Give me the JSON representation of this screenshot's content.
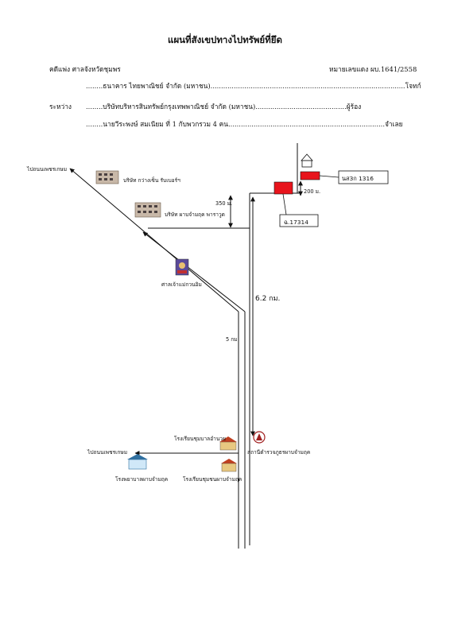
{
  "document": {
    "title": "แผนที่สังเขปทางไปทรัพย์ที่ยึด",
    "case_left": "คดีแพ่ง  ศาลจังหวัดชุมพร",
    "case_number": "หมายเลขแดง ผบ.1641/2558",
    "plaintiff": "........ธนาคาร ไทยพาณิชย์ จำกัด (มหาชน)............................................................................................โจทก์",
    "between_label": "ระหว่าง",
    "party_claimant": "........บริษัทบริหารสินทรัพย์กรุงเทพพาณิชย์ จำกัด (มหาชน)...........................................ผู้ร้อง",
    "defendant": "........นายวีระพงษ์  สมเนียม ที่ 1 กับพวกรวม 4 คน..........................................................................จำเลย"
  },
  "map": {
    "labels": {
      "to_phetkasem_top": "ไปถนนเพชรเกษม",
      "company_1": "บริษัท กว่างเซ็น รับเบอร์ฯ",
      "company_2": "บริษัท ผาบจำมฤค พาราวูด",
      "shrine": "ศาลเจ้าแม่กวนอิม",
      "dist_350": "350 ม.",
      "dist_200": "200 ม.",
      "dist_62": "6.2 กม.",
      "dist_5": "5 กม",
      "deed_1316": "นส3ก 1316",
      "deed_17314": "ฉ.17314",
      "school_top": "โรงเรียนชุมบาลอำนวย",
      "police": "สถานีตำรวจภูธรผาบจำมฤค",
      "to_phetkasem_bottom": "ไปถนนเพชรเกษม",
      "hospital": "โรงพยาบาลผาบจำมฤค",
      "school_bottom": "โรงเรียนชุมชนผาบจำมฤค"
    },
    "colors": {
      "parcel": "#e8141c",
      "line": "#111111",
      "building": "#9a8a7a"
    },
    "icons": [
      "house-icon",
      "factory-icon",
      "shrine-icon",
      "school-icon",
      "police-icon",
      "hospital-icon"
    ]
  }
}
